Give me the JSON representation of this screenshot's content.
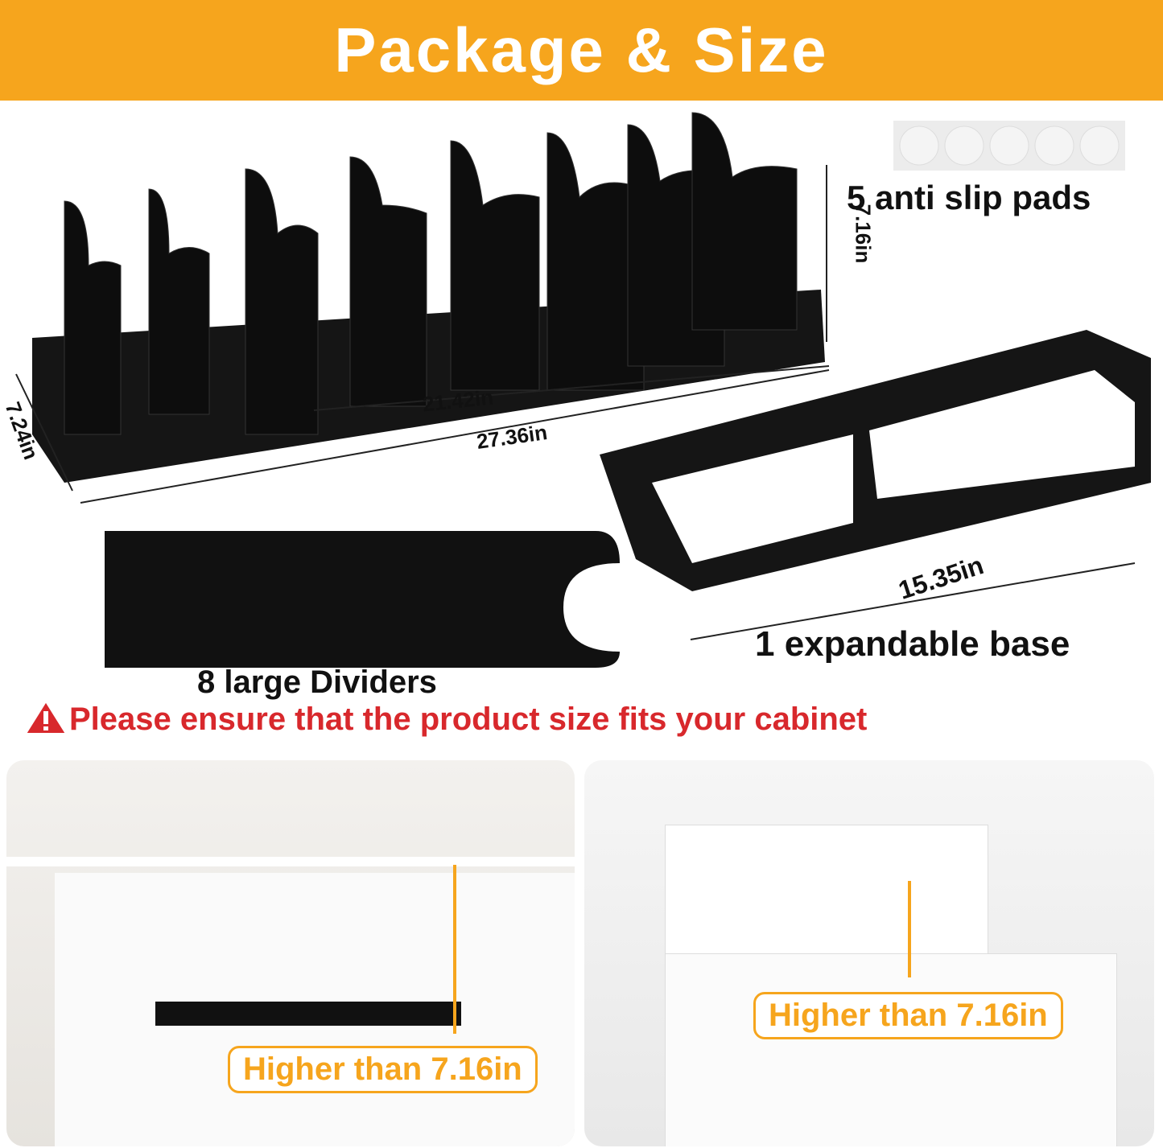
{
  "header": {
    "title": "Package & Size"
  },
  "labels": {
    "pads": "5 anti slip pads",
    "base": "1 expandable base",
    "dividers": "8 large Dividers"
  },
  "dimensions": {
    "height": "7.16in",
    "depth": "7.24in",
    "min_length": "21.42in",
    "max_length": "27.36in",
    "base_length": "15.35in"
  },
  "warning": {
    "icon": "warning-triangle-icon",
    "text": "Please ensure that the product size fits your cabinet"
  },
  "photos": [
    {
      "tag": "Higher than 7.16in"
    },
    {
      "tag": "Higher than 7.16in"
    }
  ],
  "colors": {
    "accent": "#f6a51d",
    "warning": "#d8282c",
    "product": "#111111"
  }
}
